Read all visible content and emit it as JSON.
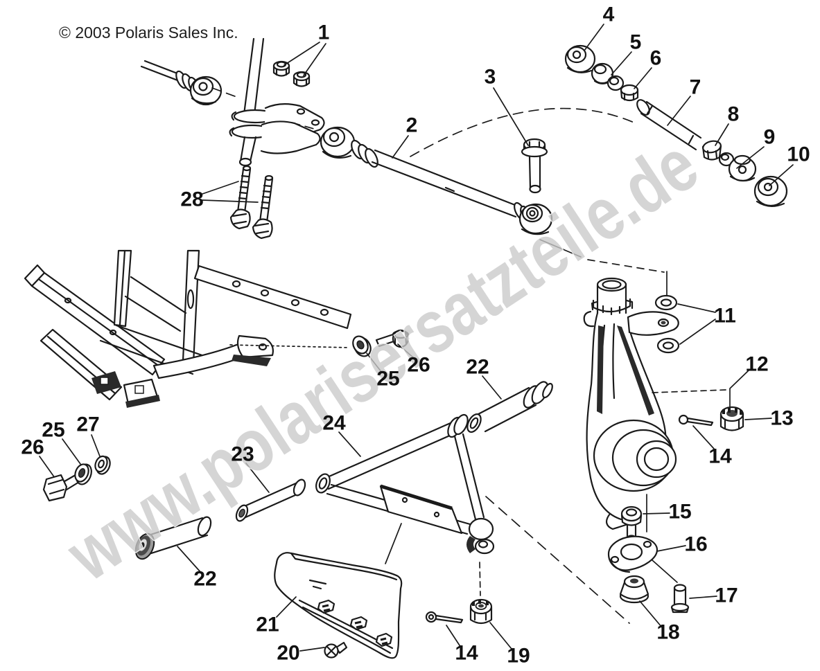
{
  "copyright": "© 2003 Polaris Sales Inc.",
  "watermark": "www.polarisersatzteile.de",
  "colors": {
    "line": "#1a1a1a",
    "watermark_gray": "#c9c9c9",
    "background": "#ffffff"
  },
  "callouts": [
    {
      "label": "1"
    },
    {
      "label": "2"
    },
    {
      "label": "3"
    },
    {
      "label": "4"
    },
    {
      "label": "5"
    },
    {
      "label": "6"
    },
    {
      "label": "7"
    },
    {
      "label": "8"
    },
    {
      "label": "9"
    },
    {
      "label": "10"
    },
    {
      "label": "11"
    },
    {
      "label": "12"
    },
    {
      "label": "13"
    },
    {
      "label": "14"
    },
    {
      "label": "15"
    },
    {
      "label": "16"
    },
    {
      "label": "17"
    },
    {
      "label": "18"
    },
    {
      "label": "19"
    },
    {
      "label": "14"
    },
    {
      "label": "20"
    },
    {
      "label": "21"
    },
    {
      "label": "22"
    },
    {
      "label": "22"
    },
    {
      "label": "23"
    },
    {
      "label": "24"
    },
    {
      "label": "25"
    },
    {
      "label": "26"
    },
    {
      "label": "25"
    },
    {
      "label": "26"
    },
    {
      "label": "27"
    },
    {
      "label": "28"
    }
  ]
}
